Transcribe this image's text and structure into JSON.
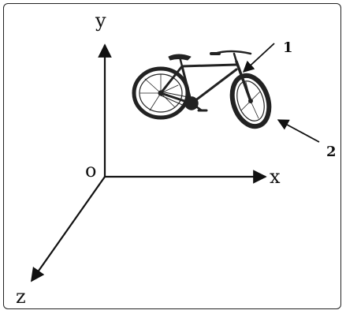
{
  "axes": {
    "x_label": "x",
    "y_label": "y",
    "z_label": "z",
    "origin_label": "o"
  },
  "callouts": [
    {
      "label": "1",
      "target": "front-fork"
    },
    {
      "label": "2",
      "target": "front-tire"
    }
  ],
  "colors": {
    "ink": "#111111",
    "frame": "#222222"
  }
}
